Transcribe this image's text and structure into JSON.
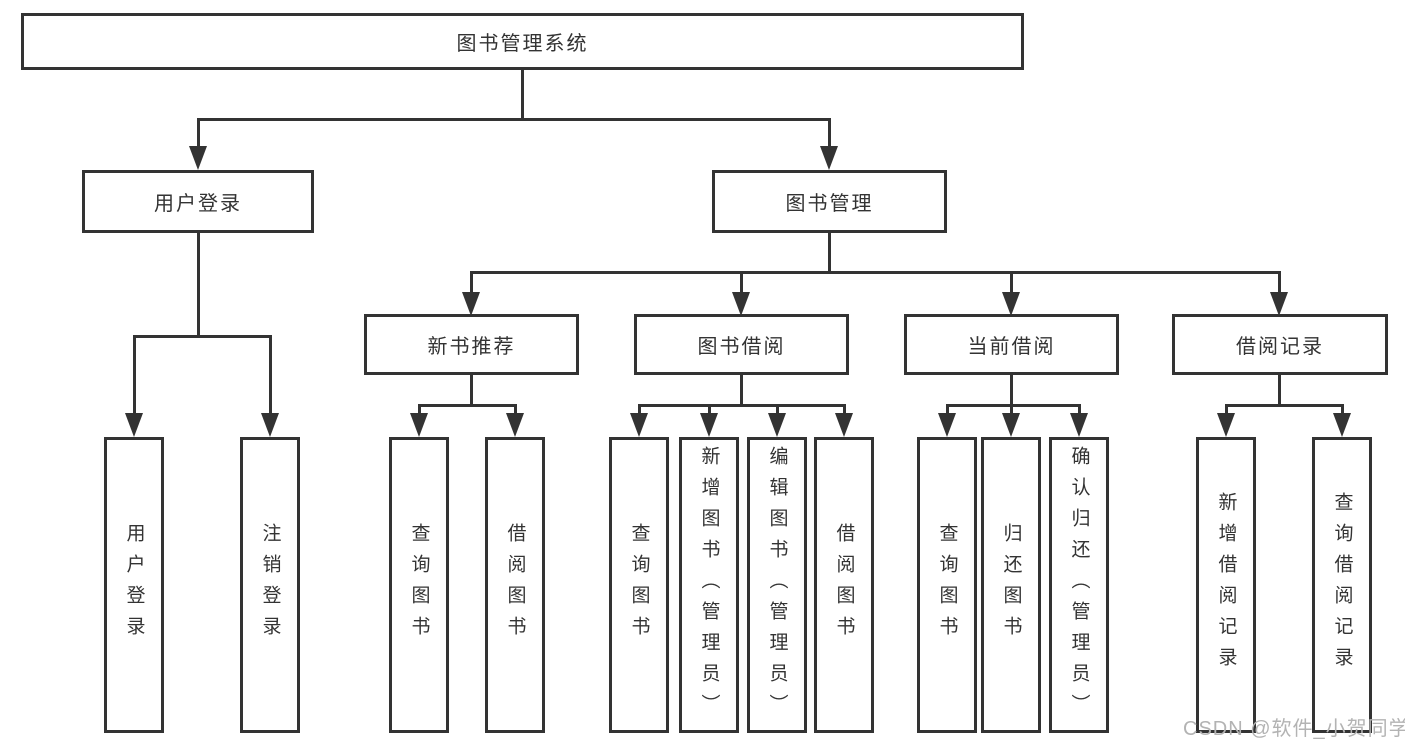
{
  "colors": {
    "line": "#333333",
    "text": "#333333",
    "background": "#ffffff",
    "watermark": "#b3b3b3"
  },
  "watermark": "CSDN @软件_小贺同学",
  "tree": {
    "root": {
      "label": "图书管理系统"
    },
    "user_login": {
      "label": "用户登录",
      "children": [
        {
          "label": "用户登录"
        },
        {
          "label": "注销登录"
        }
      ]
    },
    "book_management": {
      "label": "图书管理",
      "sections": [
        {
          "label": "新书推荐",
          "children": [
            {
              "label": "查询图书"
            },
            {
              "label": "借阅图书"
            }
          ]
        },
        {
          "label": "图书借阅",
          "children": [
            {
              "label": "查询图书"
            },
            {
              "label": "新增图书（管理员）"
            },
            {
              "label": "编辑图书（管理员）"
            },
            {
              "label": "借阅图书"
            }
          ]
        },
        {
          "label": "当前借阅",
          "children": [
            {
              "label": "查询图书"
            },
            {
              "label": "归还图书"
            },
            {
              "label": "确认归还（管理员）"
            }
          ]
        },
        {
          "label": "借阅记录",
          "children": [
            {
              "label": "新增借阅记录"
            },
            {
              "label": "查询借阅记录"
            }
          ]
        }
      ]
    }
  }
}
